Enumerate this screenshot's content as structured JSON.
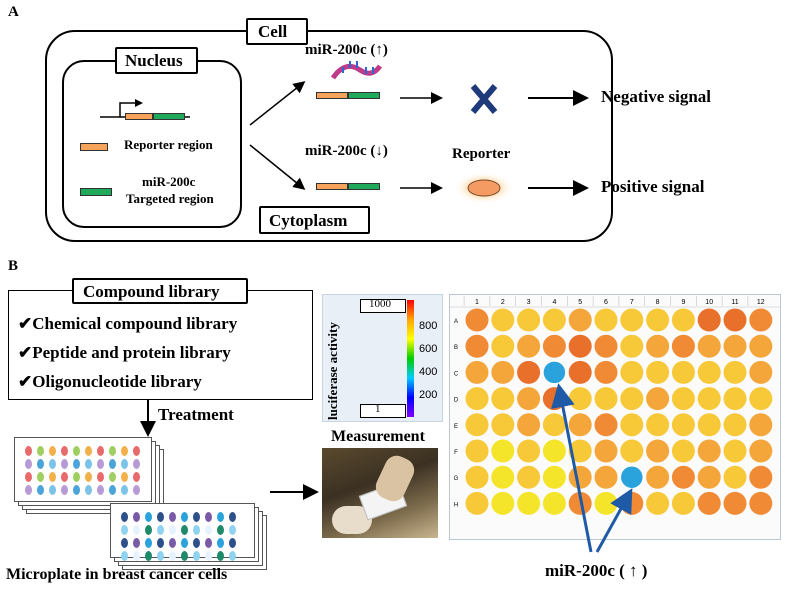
{
  "panel_a": {
    "label": "A",
    "cell_label": "Cell",
    "nucleus_label": "Nucleus",
    "cytoplasm_label": "Cytoplasm",
    "legend_reporter": "Reporter region",
    "legend_mir_line1": "miR-200c",
    "legend_mir_line2": "Targeted region",
    "mir_up": "miR-200c (↑)",
    "mir_down": "miR-200c (↓)",
    "reporter_label": "Reporter",
    "x_mark": "X",
    "negative_signal": "Negative signal",
    "positive_signal": "Positive signal",
    "colors": {
      "reporter": "#f7a35c",
      "targeted": "#1faa5b",
      "x_mark": "#1f3a7a"
    }
  },
  "panel_b": {
    "label": "B",
    "library_title": "Compound library",
    "library_items": [
      "✔Chemical compound library",
      "✔Peptide and protein library",
      "✔Oligonucleotide library"
    ],
    "treatment_label": "Treatment",
    "microplate_caption": "Microplate in breast cancer cells",
    "measurement_label": "Measurement",
    "colorbar": {
      "axis_label": "luciferase  activity",
      "top_value": "1000",
      "bottom_value": "1",
      "ticks": [
        "800",
        "600",
        "400",
        "200"
      ]
    },
    "heatmap": {
      "col_labels": [
        "1",
        "2",
        "3",
        "4",
        "5",
        "6",
        "7",
        "8",
        "9",
        "10",
        "11",
        "12"
      ],
      "row_labels": [
        "A",
        "B",
        "C",
        "D",
        "E",
        "F",
        "G",
        "H"
      ],
      "highlight_label": "miR-200c ( ↑ )",
      "color_scale": [
        "#f5e52a",
        "#f7c838",
        "#f4a63a",
        "#f08a34",
        "#e9702a"
      ],
      "low_color": "#2aa3dc",
      "levels": [
        [
          3,
          1,
          1,
          1,
          2,
          1,
          1,
          1,
          1,
          4,
          4,
          3
        ],
        [
          3,
          1,
          2,
          3,
          4,
          3,
          1,
          2,
          3,
          2,
          2,
          2
        ],
        [
          2,
          2,
          4,
          -1,
          4,
          3,
          1,
          1,
          1,
          1,
          1,
          2
        ],
        [
          1,
          1,
          2,
          4,
          1,
          1,
          1,
          2,
          1,
          1,
          1,
          1
        ],
        [
          1,
          1,
          2,
          1,
          2,
          3,
          1,
          1,
          1,
          1,
          1,
          2
        ],
        [
          1,
          0,
          1,
          0,
          1,
          2,
          1,
          2,
          1,
          2,
          1,
          2
        ],
        [
          1,
          0,
          1,
          0,
          2,
          2,
          -1,
          2,
          3,
          2,
          1,
          3
        ],
        [
          1,
          0,
          0,
          0,
          3,
          0,
          3,
          1,
          1,
          3,
          3,
          3
        ]
      ]
    },
    "front_plate_colors": [
      "#e86a6a",
      "#7bc3e9",
      "#9ecf5f",
      "#b79ad6",
      "#f2b04a",
      "#4aa3d9"
    ],
    "back_plate_colors": [
      "#2d4f8a",
      "#1f8a6a",
      "#7a5aa6",
      "#8fd3f0",
      "#2aa3dc",
      "#e6f3ff"
    ]
  }
}
